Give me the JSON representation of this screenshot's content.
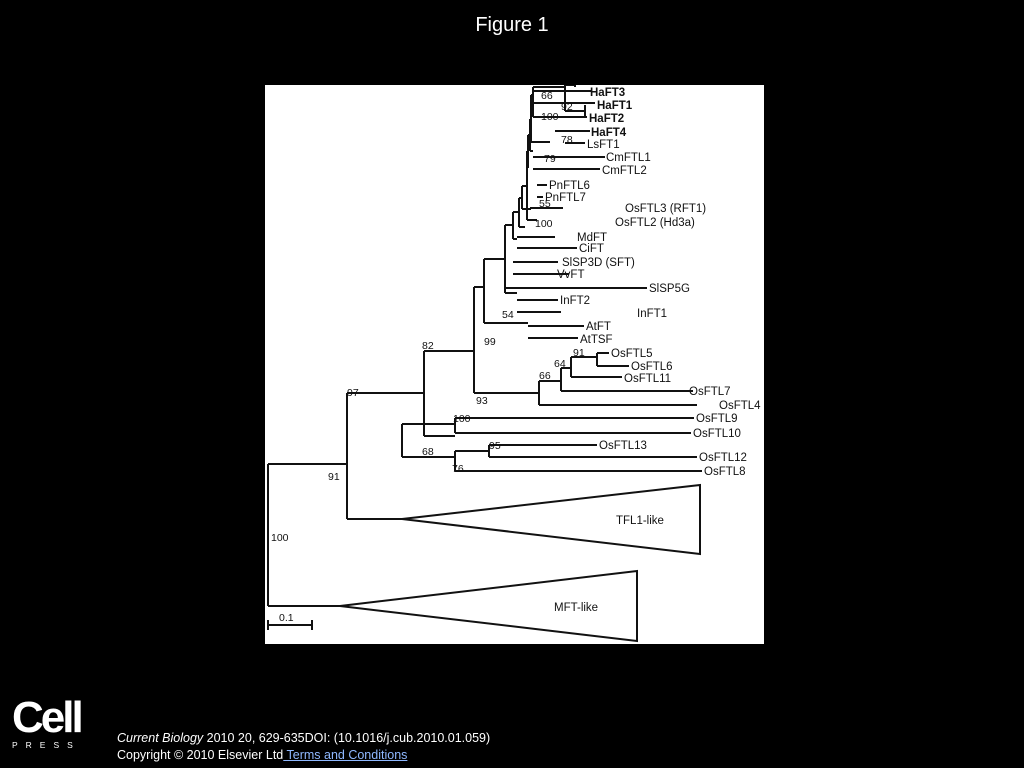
{
  "slide": {
    "title": "Figure 1"
  },
  "tree": {
    "taxa": {
      "haft3": "HaFT3",
      "haft1": "HaFT1",
      "haft2": "HaFT2",
      "haft4": "HaFT4",
      "lsft1": "LsFT1",
      "cmftl1": "CmFTL1",
      "cmftl2": "CmFTL2",
      "pnftl6": "PnFTL6",
      "pnftl7": "PnFTL7",
      "osftl3": "OsFTL3 (RFT1)",
      "osftl2": "OsFTL2 (Hd3a)",
      "mdft": "MdFT",
      "cift": "CiFT",
      "slsp3d": "SlSP3D (SFT)",
      "vvft": "VvFT",
      "slsp5g": "SlSP5G",
      "inft2": "InFT2",
      "inft1": "InFT1",
      "atft": "AtFT",
      "attsf": "AtTSF",
      "osftl5": "OsFTL5",
      "osftl6": "OsFTL6",
      "osftl11": "OsFTL11",
      "osftl7": "OsFTL7",
      "osftl4": "OsFTL4",
      "osftl9": "OsFTL9",
      "osftl10": "OsFTL10",
      "osftl13": "OsFTL13",
      "osftl12": "OsFTL12",
      "osftl8": "OsFTL8"
    },
    "clades": {
      "tfl1": "TFL1-like",
      "mft": "MFT-like"
    },
    "bootstrap": {
      "b66": "66",
      "b92": "92",
      "b100a": "100",
      "b78": "78",
      "b79": "79",
      "b55": "55",
      "b100b": "100",
      "b54": "54",
      "b99": "99",
      "b82": "82",
      "b91a": "91",
      "b64": "64",
      "b66b": "66",
      "b93": "93",
      "b97": "97",
      "b100c": "100",
      "b68": "68",
      "b95": "95",
      "b76": "76",
      "b91b": "91",
      "b100d": "100"
    },
    "scale_bar": "0.1"
  },
  "footer": {
    "logo_word": "Cell",
    "logo_sub": "PRESS",
    "journal": "Current Biology",
    "citation_rest": " 2010 20, 629-635DOI: (10.1016/j.cub.2010.01.059)",
    "copyright": "Copyright © 2010 Elsevier Ltd",
    "terms_link": " Terms and Conditions"
  }
}
